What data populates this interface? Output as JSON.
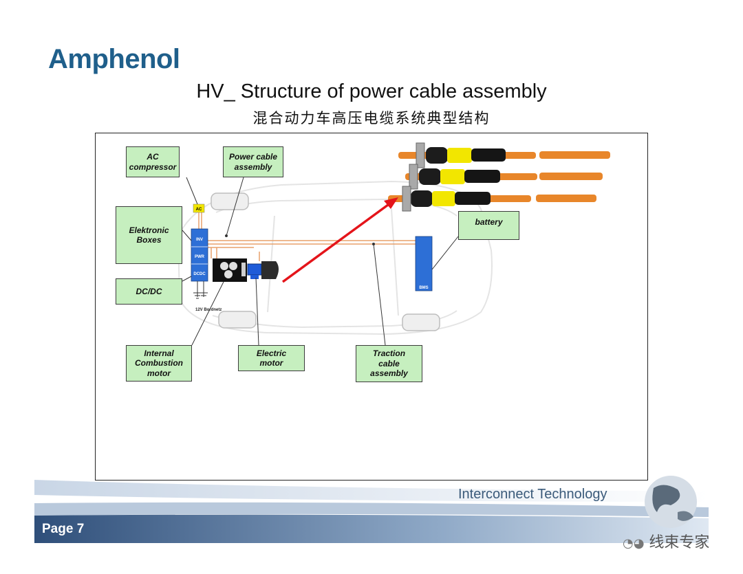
{
  "logo": "Amphenol",
  "title": "HV_ Structure of power cable assembly",
  "subtitle": "混合动力车高压电缆系统典型结构",
  "labels": {
    "ac_compressor": "AC\ncompressor",
    "power_cable_assembly": "Power cable\nassembly",
    "elektronic_boxes": "Elektronic\nBoxes",
    "battery": "battery",
    "dcdc": "DC/DC",
    "internal_combustion_motor": "Internal\nCombustion\nmotor",
    "electric_motor": "Electric\nmotor",
    "traction_cable_assembly": "Traction\ncable\nassembly"
  },
  "component_tags": {
    "ac": "AC",
    "inv": "INV",
    "pwr": "PWR",
    "dcdc": "DCDC",
    "bms": "BMS",
    "board_net": "12V Bordnetz"
  },
  "footer": {
    "company_line": "Interconnect Technology",
    "page": "Page 7",
    "watermark": "线束专家"
  },
  "colors": {
    "brand_blue": "#1f5f8b",
    "label_box_fill": "#c6efbf",
    "cable_orange": "#e8862a",
    "connector_yellow": "#f2e600",
    "battery_blue": "#2d6fd6",
    "arrow_red": "#e4141a"
  }
}
